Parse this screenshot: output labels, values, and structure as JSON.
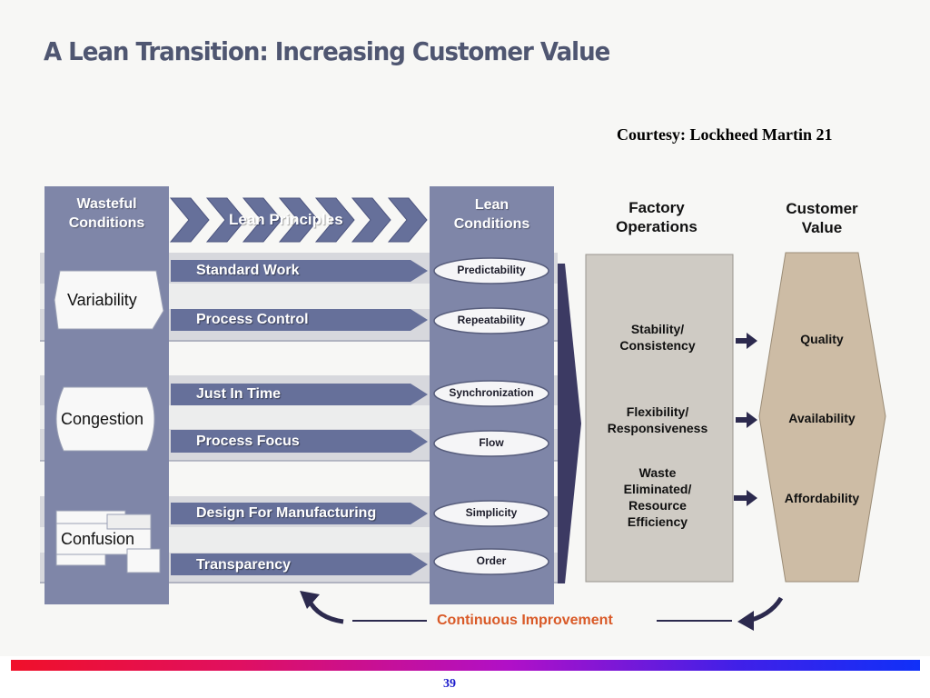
{
  "title": "A Lean Transition: Increasing Customer Value",
  "courtesy": "Courtesy: Lockheed Martin 21",
  "headers": {
    "wasteful": [
      "Wasteful",
      "Conditions"
    ],
    "principles": "Lean Principles",
    "lean": [
      "Lean",
      "Conditions"
    ],
    "factory": [
      "Factory",
      "Operations"
    ],
    "customer": [
      "Customer",
      "Value"
    ]
  },
  "wasteful_conditions": [
    "Variability",
    "Congestion",
    "Confusion"
  ],
  "principles": [
    "Standard Work",
    "Process Control",
    "Just In Time",
    "Process Focus",
    "Design For Manufacturing",
    "Transparency"
  ],
  "lean_conditions": [
    "Predictability",
    "Repeatability",
    "Synchronization",
    "Flow",
    "Simplicity",
    "Order"
  ],
  "factory_operations": [
    [
      "Stability/",
      "Consistency"
    ],
    [
      "Flexibility/",
      "Responsiveness"
    ],
    [
      "Waste",
      "Eliminated/",
      "Resource",
      "Efficiency"
    ]
  ],
  "customer_values": [
    "Quality",
    "Availability",
    "Affordability"
  ],
  "footer_label": "Continuous Improvement",
  "slide_number": "39",
  "colors": {
    "column_blue": "#7f86a8",
    "band_arrow": "#66709a",
    "factory_box": "#cfcbc4",
    "customer_hex": "#cdbca5",
    "accent_orange": "#d95a28",
    "dark_arrow": "#2c2a4e"
  }
}
